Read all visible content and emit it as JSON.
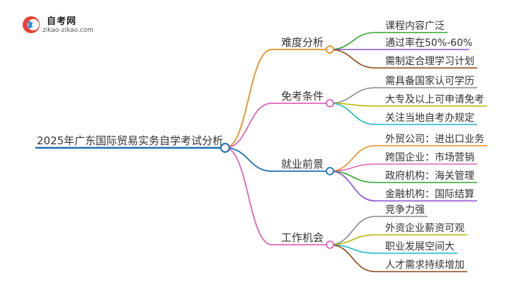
{
  "logo": {
    "name": "自考网",
    "url_text": "zikao-zikao.com"
  },
  "mindmap": {
    "root": "2025年广东国际贸易实务自学考试分析",
    "branches": [
      {
        "label": "难度分析",
        "color": "#f08c1e",
        "leaves": [
          {
            "label": "课程内容广泛",
            "color": "#2aa52a"
          },
          {
            "label": "通过率在50%-60%",
            "color": "#8a4fd1"
          },
          {
            "label": "需制定合理学习计划",
            "color": "#8b4513"
          }
        ]
      },
      {
        "label": "免考条件",
        "color": "#e063b8",
        "leaves": [
          {
            "label": "需具备国家认可学历",
            "color": "#888888"
          },
          {
            "label": "大专及以上可申请免考",
            "color": "#b5b800"
          },
          {
            "label": "关注当地自考办规定",
            "color": "#1ab8c8"
          }
        ]
      },
      {
        "label": "就业前景",
        "color": "#1a70b8",
        "leaves": [
          {
            "label": "外贸公司：进出口业务",
            "color": "#f08c1e"
          },
          {
            "label": "跨国企业：市场营销",
            "color": "#e063b8"
          },
          {
            "label": "政府机构：海关管理",
            "color": "#2aa52a"
          },
          {
            "label": "金融机构：国际结算",
            "color": "#8a4fd1"
          }
        ]
      },
      {
        "label": "工作机会",
        "color": "#e063b8",
        "leaves": [
          {
            "label": "竞争力强",
            "color": "#888888"
          },
          {
            "label": "外资企业薪资可观",
            "color": "#b5b800"
          },
          {
            "label": "职业发展空间大",
            "color": "#1ab8c8"
          },
          {
            "label": "人才需求持续增加",
            "color": "#8b4513"
          }
        ]
      }
    ]
  }
}
